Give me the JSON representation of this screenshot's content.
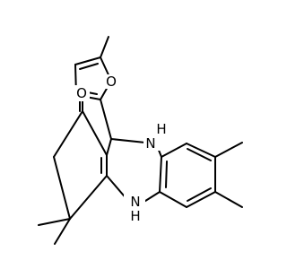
{
  "molecule": {
    "atom_labels": {
      "ketone_oxygen": "O",
      "furan_oxygen": "O",
      "amine_upper": "N",
      "amine_upper_h": "H",
      "amine_lower": "N",
      "amine_lower_h": "H"
    },
    "colors": {
      "bond": "#000000",
      "background": "#ffffff"
    }
  }
}
